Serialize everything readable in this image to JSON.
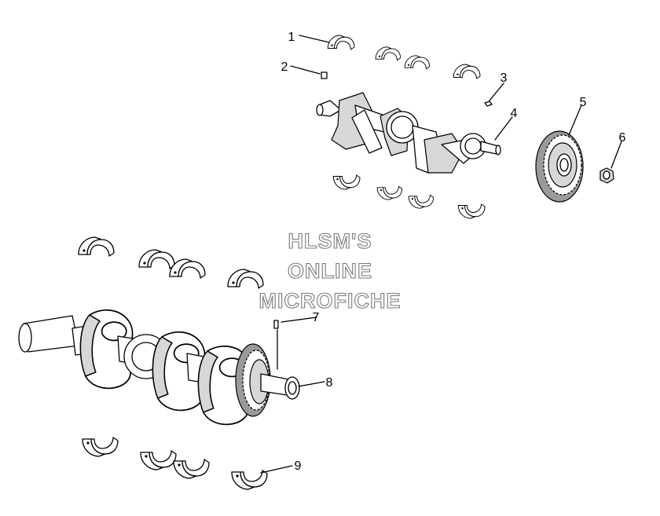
{
  "callouts": [
    "1",
    "2",
    "3",
    "4",
    "5",
    "6",
    "7",
    "8",
    "9"
  ],
  "watermark": {
    "line1": "HLSM'S",
    "line2": "ONLINE",
    "line3": "MICROFICHE"
  },
  "colors": {
    "line": "#000000",
    "watermark_outline": "#7a7a7a",
    "background": "#ffffff"
  }
}
